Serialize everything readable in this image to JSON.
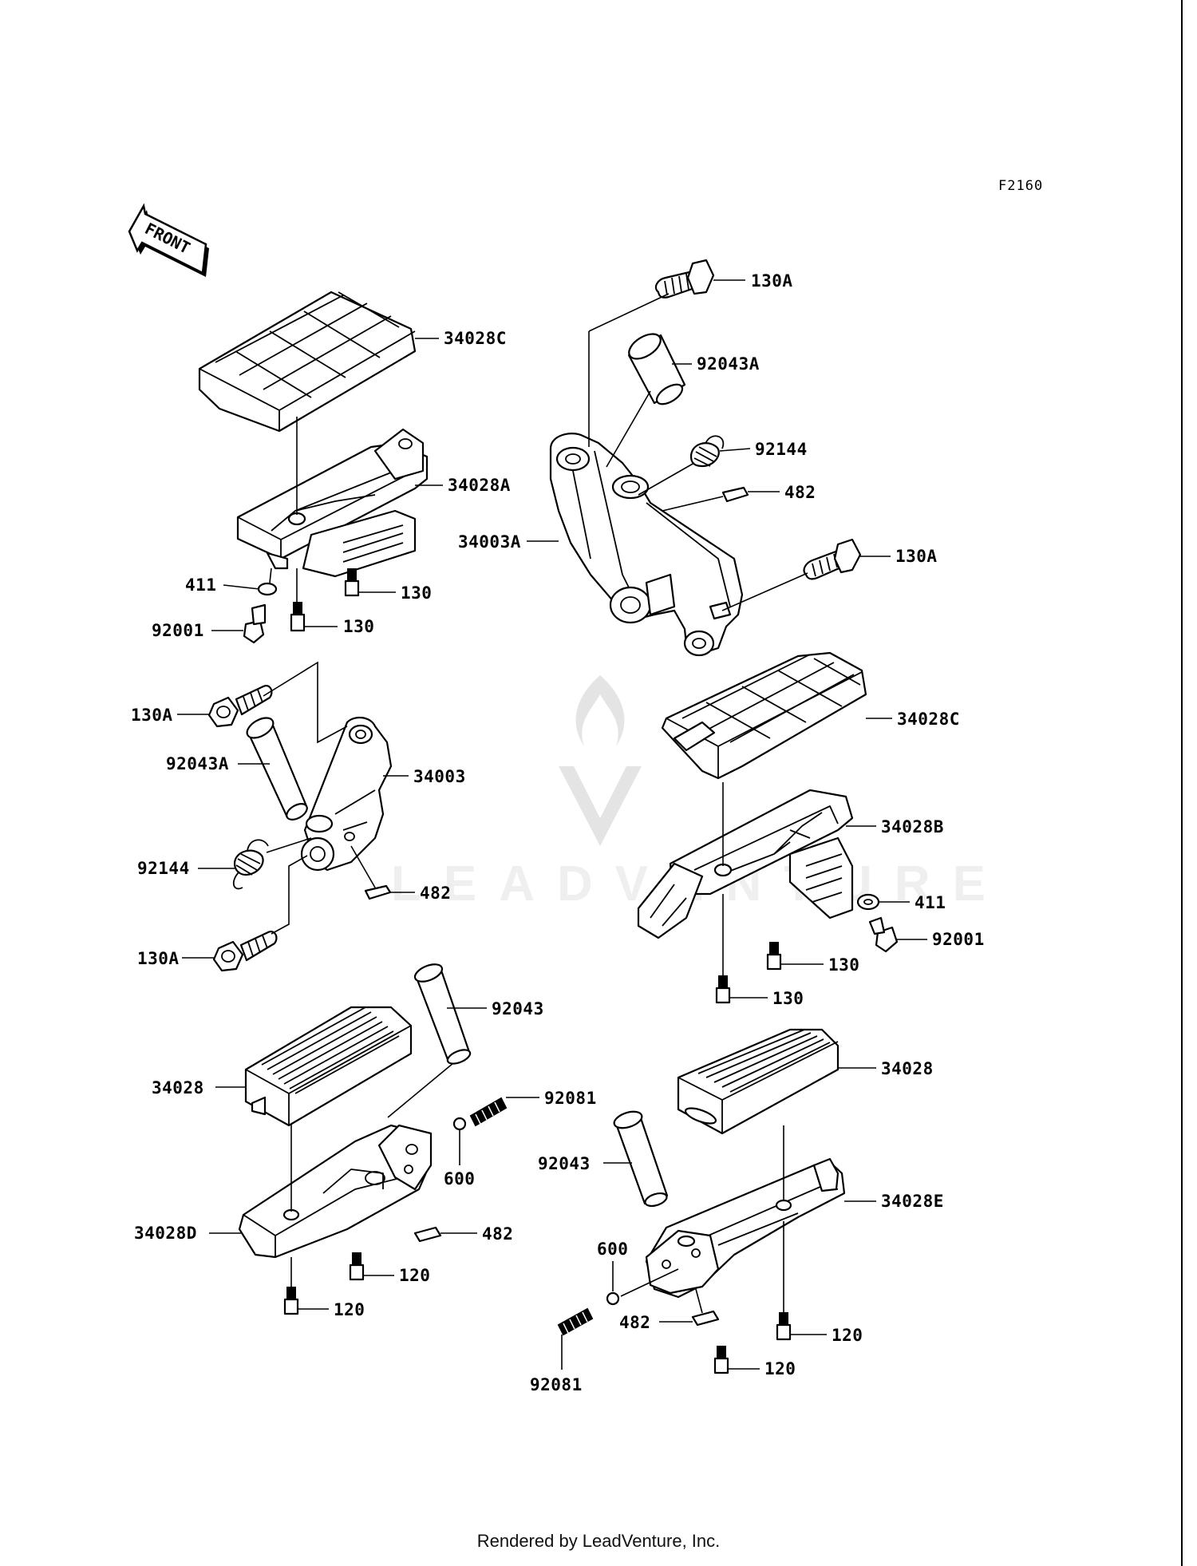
{
  "figure_code": "F2160",
  "front_arrow_label": "FRONT",
  "footer_text": "Rendered by LeadVenture, Inc.",
  "watermark": "LEADVENTURE",
  "callouts": [
    "130A",
    "34028C",
    "92043A",
    "92144",
    "34028A",
    "482",
    "34003A",
    "130A",
    "411",
    "130",
    "92001",
    "130",
    "130A",
    "92043A",
    "34003",
    "34028C",
    "92144",
    "482",
    "34028B",
    "411",
    "92001",
    "130A",
    "130",
    "130",
    "92043",
    "34028",
    "92081",
    "600",
    "34028D",
    "482",
    "120",
    "120",
    "34028",
    "92043",
    "34028E",
    "600",
    "482",
    "120",
    "92081",
    "120"
  ]
}
